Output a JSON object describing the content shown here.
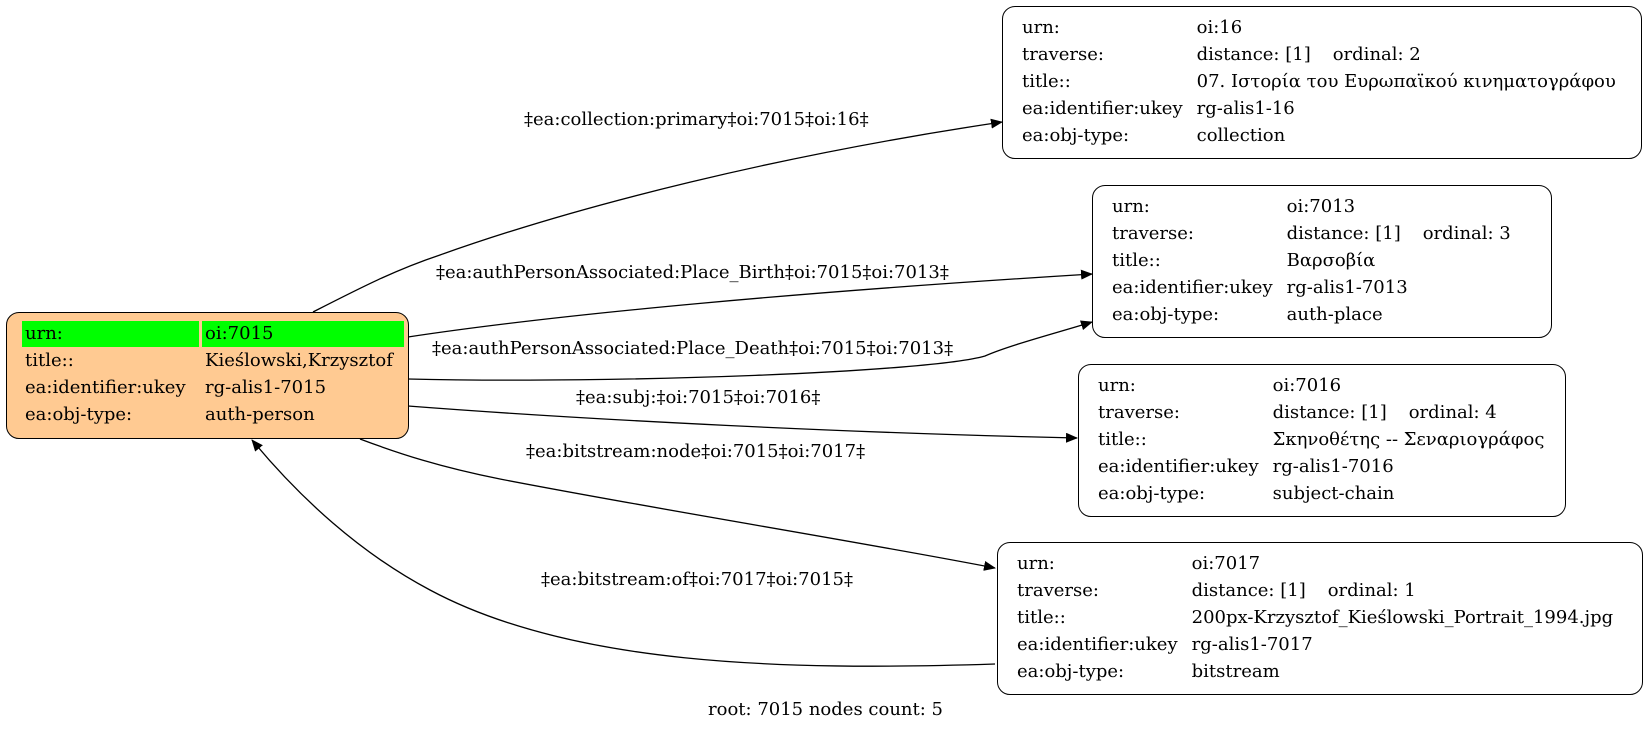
{
  "graph": {
    "root": {
      "rows": [
        {
          "key": "urn:",
          "value": "oi:7015"
        },
        {
          "key": "title::",
          "value": "Kieślowski,Krzysztof"
        },
        {
          "key": "ea:identifier:ukey",
          "value": "rg-alis1-7015"
        },
        {
          "key": "ea:obj-type:",
          "value": "auth-person"
        }
      ],
      "fill_color": "#ffca92",
      "highlight_color": "#00ff00"
    },
    "nodes": [
      {
        "urn": "oi:16",
        "traverse_distance": "distance: [1]",
        "traverse_ordinal": "ordinal: 2",
        "title": "07. Ιστορία του Ευρωπαϊκού κινηματογράφου",
        "ukey": "rg-alis1-16",
        "obj_type": "collection"
      },
      {
        "urn": "oi:7013",
        "traverse_distance": "distance: [1]",
        "traverse_ordinal": "ordinal: 3",
        "title": "Βαρσοβία",
        "ukey": "rg-alis1-7013",
        "obj_type": "auth-place"
      },
      {
        "urn": "oi:7016",
        "traverse_distance": "distance: [1]",
        "traverse_ordinal": "ordinal: 4",
        "title": "Σκηνοθέτης -- Σεναριογράφος",
        "ukey": "rg-alis1-7016",
        "obj_type": "subject-chain"
      },
      {
        "urn": "oi:7017",
        "traverse_distance": "distance: [1]",
        "traverse_ordinal": "ordinal: 1",
        "title": "200px-Krzysztof_Kieślowski_Portrait_1994.jpg",
        "ukey": "rg-alis1-7017",
        "obj_type": "bitstream"
      }
    ],
    "row_keys": {
      "urn": "urn:",
      "traverse": "traverse:",
      "title": "title::",
      "ukey": "ea:identifier:ukey",
      "obj_type": "ea:obj-type:"
    },
    "edges": [
      {
        "label": "‡ea:collection:primary‡oi:7015‡oi:16‡"
      },
      {
        "label": "‡ea:authPersonAssociated:Place_Birth‡oi:7015‡oi:7013‡"
      },
      {
        "label": "‡ea:authPersonAssociated:Place_Death‡oi:7015‡oi:7013‡"
      },
      {
        "label": "‡ea:subj:‡oi:7015‡oi:7016‡"
      },
      {
        "label": "‡ea:bitstream:node‡oi:7015‡oi:7017‡"
      },
      {
        "label": "‡ea:bitstream:of‡oi:7017‡oi:7015‡"
      }
    ],
    "footer": "root: 7015 nodes count: 5"
  }
}
